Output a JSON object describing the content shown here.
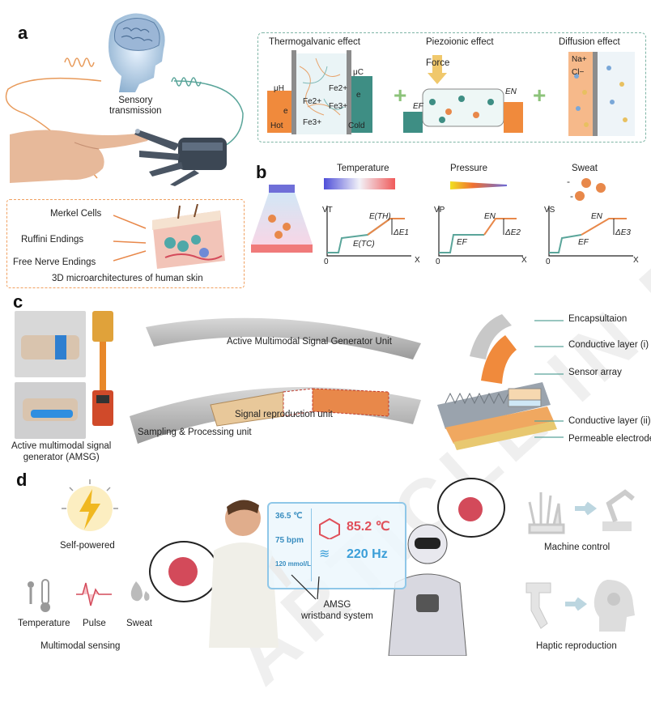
{
  "panel_a": {
    "letter": "a",
    "sensory_transmission": "Sensory\ntransmission",
    "effects": {
      "thermogalvanic": "Thermogalvanic effect",
      "piezoionic": "Piezoionic effect",
      "diffusion": "Diffusion effect"
    },
    "thermo_labels": {
      "mu_h": "μH",
      "mu_c": "μC",
      "fe2_left": "Fe2+",
      "fe3_left": "Fe3+",
      "fe2_right": "Fe2+",
      "fe3_right": "Fe3+",
      "e_left": "e",
      "e_right": "e",
      "hot": "Hot",
      "cold": "Cold"
    },
    "piezo_labels": {
      "force": "Force",
      "ef": "EF",
      "en": "EN"
    },
    "diffusion_labels": {
      "na": "Na+",
      "cl": "Cl−"
    },
    "skin": {
      "merkel": "Merkel Cells",
      "ruffini": "Ruffini Endings",
      "free_nerve": "Free Nerve Endings",
      "caption": "3D microarchitectures of human skin"
    }
  },
  "panel_b": {
    "letter": "b",
    "temperature": "Temperature",
    "pressure": "Pressure",
    "sweat": "Sweat",
    "plot1": {
      "y": "VT",
      "x": "X",
      "origin": "0",
      "upper": "E(TH)",
      "lower": "E(TC)",
      "delta": "ΔE1"
    },
    "plot2": {
      "y": "VP",
      "x": "X",
      "origin": "0",
      "upper": "EN",
      "lower": "EF",
      "delta": "ΔE2"
    },
    "plot3": {
      "y": "VS",
      "x": "X",
      "origin": "0",
      "upper": "EN",
      "lower": "EF",
      "delta": "ΔE3"
    }
  },
  "panel_c": {
    "letter": "c",
    "amsg": "Active multimodal signal\ngenerator (AMSG)",
    "generator_unit": "Active Multimodal Signal Generator Unit",
    "reproduction_unit": "Signal reproduction unit",
    "sampling_unit": "Sampling & Processing unit",
    "layers": [
      "Encapsultaion",
      "Conductive layer (i)",
      "Sensor array",
      "Conductive layer (ii)",
      "Permeable electrode"
    ]
  },
  "panel_d": {
    "letter": "d",
    "self_powered": "Self-powered",
    "temperature": "Temperature",
    "pulse": "Pulse",
    "sweat": "Sweat",
    "multimodal": "Multimodal sensing",
    "wristband": "AMSG\nwristband system",
    "machine_control": "Machine control",
    "haptic": "Haptic reproduction",
    "screen_temp": "85.2 ℃",
    "screen_freq": "220 Hz",
    "mini_temp": "36.5 ℃",
    "mini_bpm": "75 bpm",
    "mini_sweat": "120 mmol/L"
  },
  "watermark": "ARTICLE IN PRESS"
}
